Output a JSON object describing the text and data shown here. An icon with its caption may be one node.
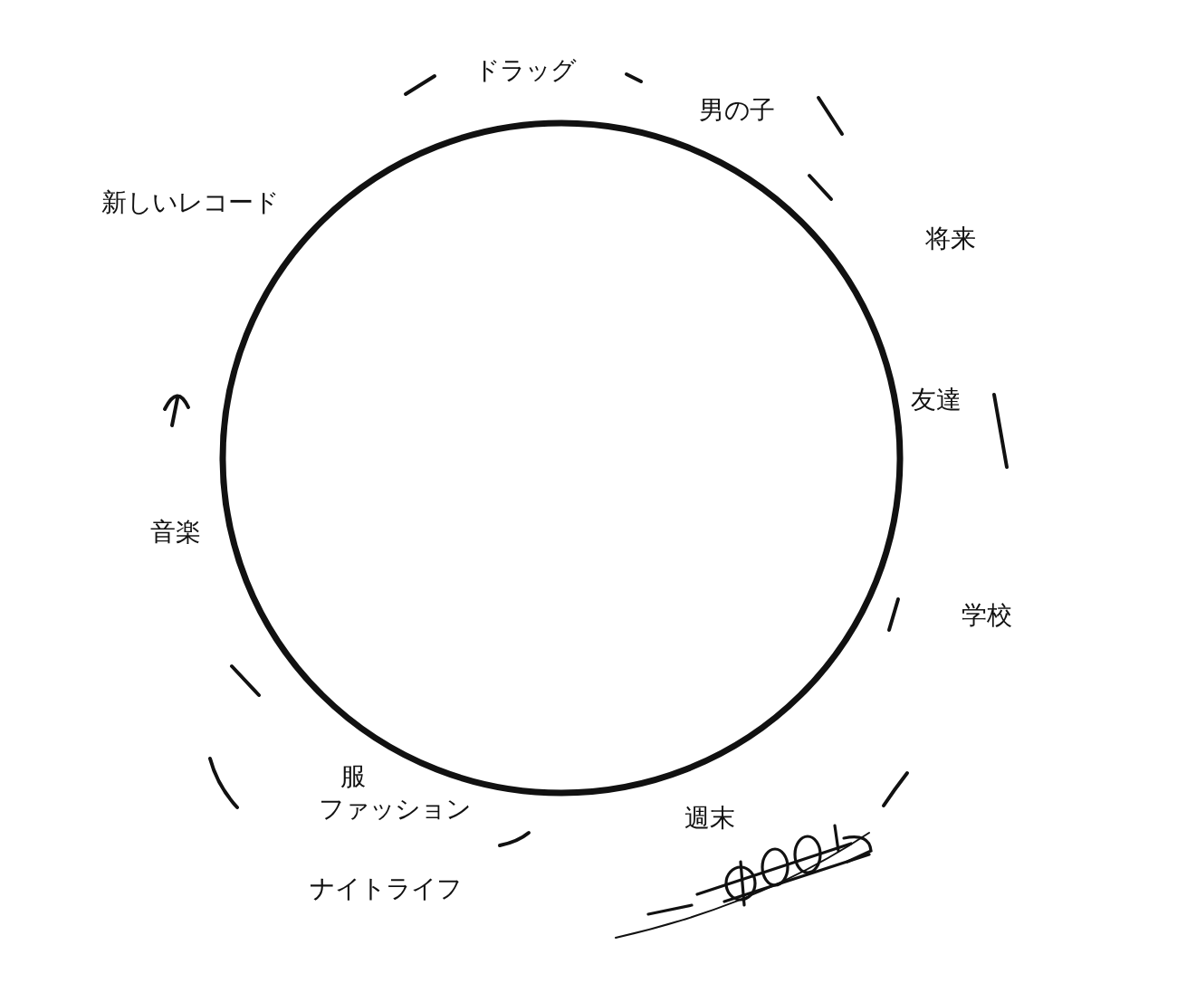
{
  "diagram": {
    "labels": [
      "ドラッグ",
      "男の子",
      "新しいレコード",
      "将来",
      "友達",
      "音楽",
      "学校",
      "服",
      "ファッション",
      "週末",
      "ナイトライフ"
    ]
  }
}
